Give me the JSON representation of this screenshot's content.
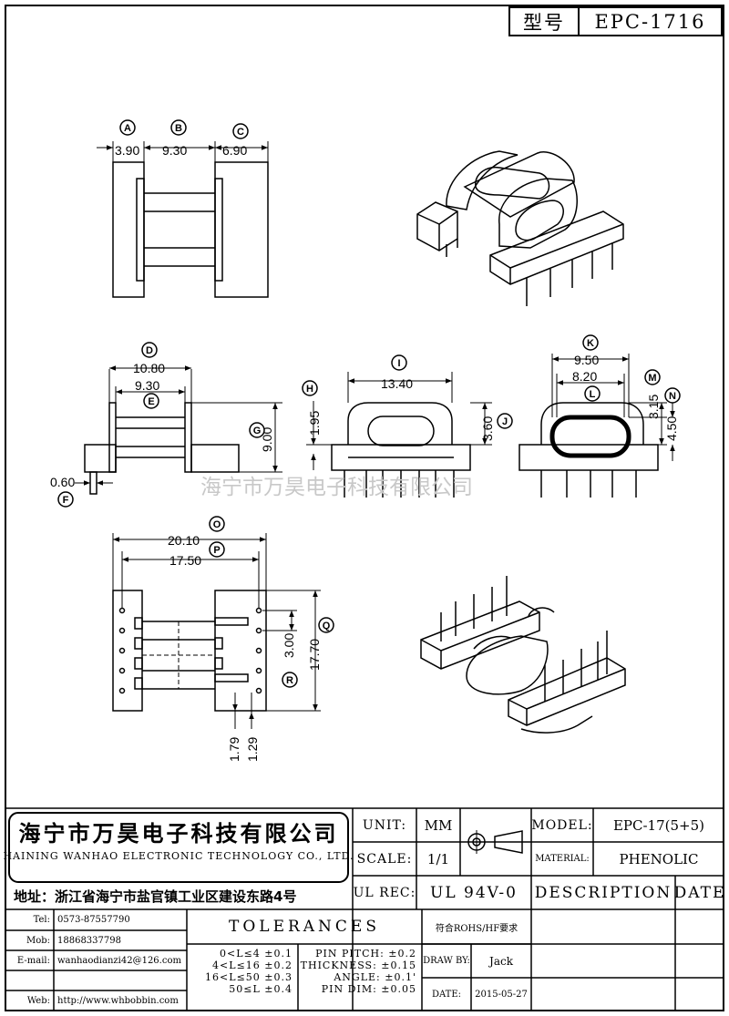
{
  "model_box": {
    "label": "型号",
    "value": "EPC-1716"
  },
  "dimensions": {
    "A": "3.90",
    "B": "9.30",
    "C": "6.90",
    "D": "10.80",
    "E": "9.30",
    "F": "0.60",
    "G": "9.00",
    "H": "1.95",
    "I": "13.40",
    "J": "3.60",
    "K": "9.50",
    "L": "8.20",
    "M": "3.15",
    "N": "4.50",
    "O": "20.10",
    "P": "17.50",
    "Q": "17.70",
    "R": "3.00",
    "S": "1.79",
    "T": "1.29"
  },
  "callouts": [
    "A",
    "B",
    "C",
    "D",
    "E",
    "F",
    "G",
    "H",
    "I",
    "J",
    "K",
    "L",
    "M",
    "N",
    "O",
    "P",
    "Q",
    "R"
  ],
  "watermark": "海宁市万昊电子科技有限公司",
  "title_block": {
    "company_cn": "海宁市万昊电子科技有限公司",
    "company_en": "HAINING WANHAO ELECTRONIC TECHNOLOGY CO., LTD.",
    "address": "地址：浙江省海宁市盐官镇工业区建设东路4号",
    "unit_label": "UNIT:",
    "unit_value": "MM",
    "scale_label": "SCALE:",
    "scale_value": "1/1",
    "ul_label": "UL REC:",
    "ul_value": "UL 94V-0",
    "model_label": "MODEL:",
    "model_value": "EPC-17(5+5)",
    "material_label": "MATERIAL:",
    "material_value": "PHENOLIC",
    "description_label": "DESCRIPTION",
    "date_label": "DATE",
    "tel_label": "Tel:",
    "tel_value": "0573-87557790",
    "mob_label": "Mob:",
    "mob_value": "18868337798",
    "email_label": "E-mail:",
    "email_value": "wanhaodianzi42@126.com",
    "web_label": "Web:",
    "web_value": "http://www.whbobbin.com",
    "tolerances_title": "TOLERANCES",
    "rohs": "符合ROHS/HF要求",
    "tol_1": "0<L≤4 ±0.1",
    "tol_2": "4<L≤16 ±0.2",
    "tol_3": "16<L≤50 ±0.3",
    "tol_4": "50≤L ±0.4",
    "pin_pitch": "PIN PITCH: ±0.2",
    "thickness": "THICKNESS: ±0.15",
    "angle": "ANGLE: ±0.1'",
    "pin_dim": "PIN DIM: ±0.05",
    "draw_by_label": "DRAW BY:",
    "draw_by_value": "Jack",
    "date_value_label": "DATE:",
    "date_value": "2015-05-27"
  }
}
